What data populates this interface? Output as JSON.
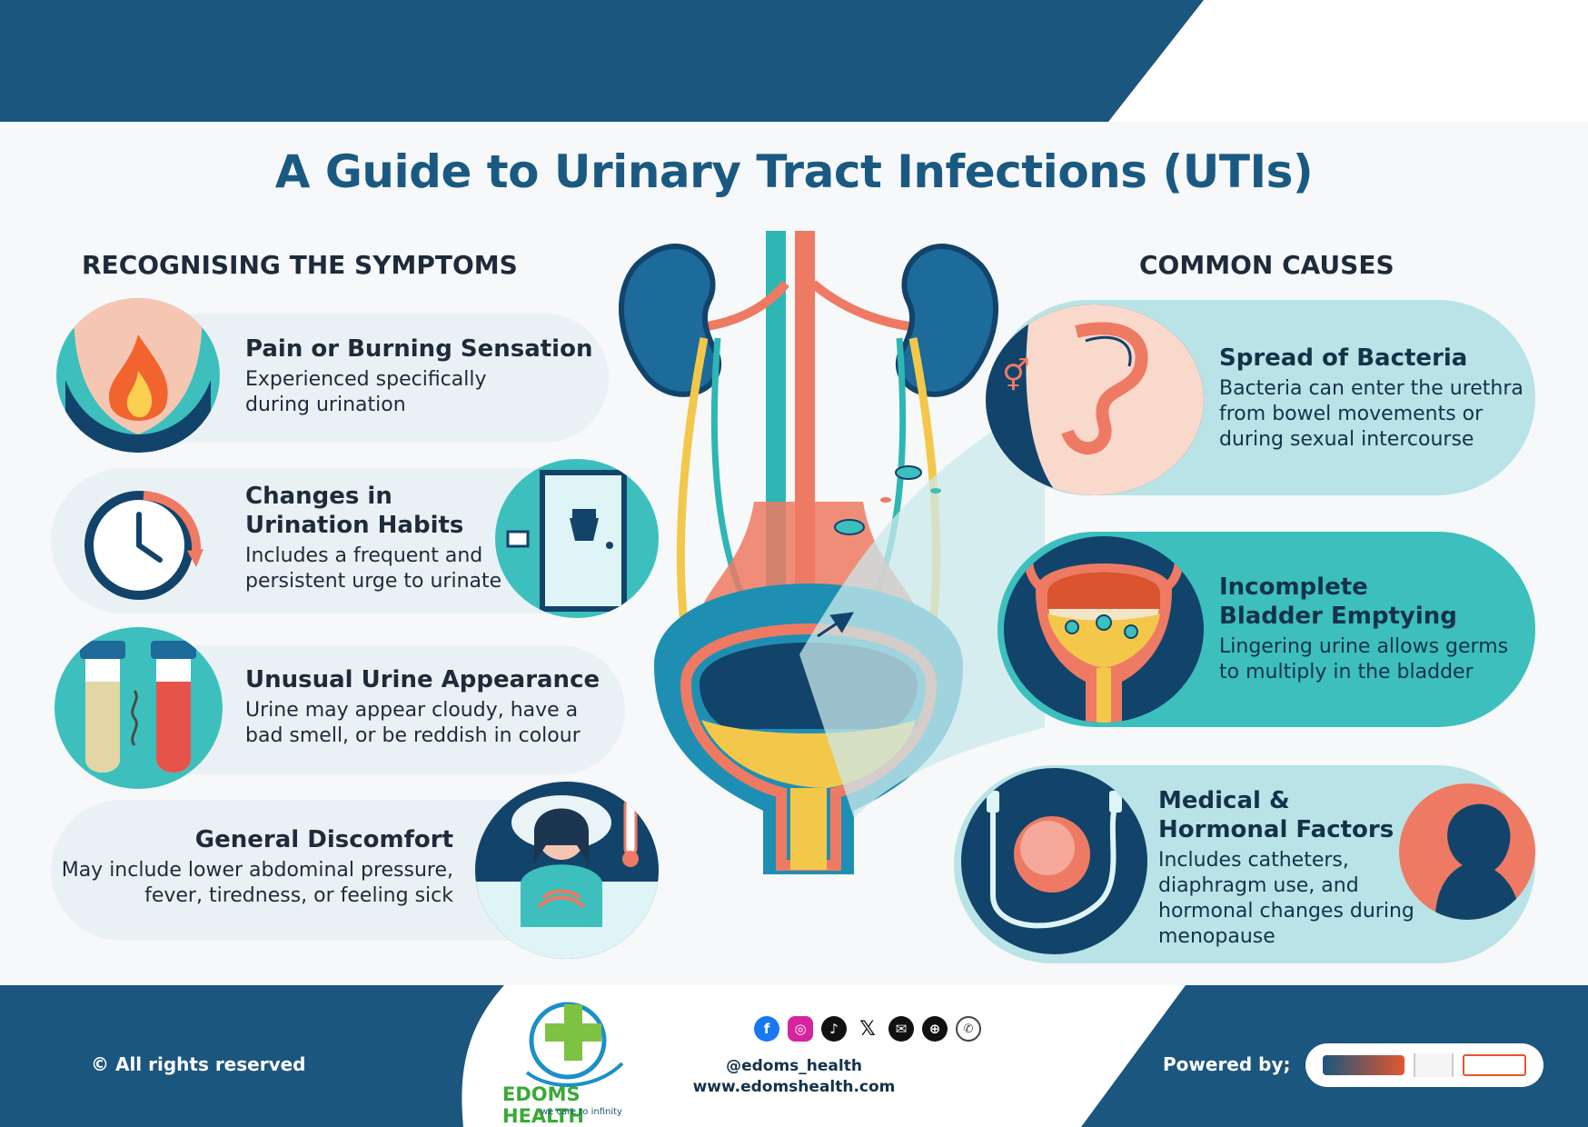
{
  "title": "A Guide to Urinary Tract Infections (UTIs)",
  "symptoms": {
    "heading": "RECOGNISING THE SYMPTOMS",
    "items": [
      {
        "title": "Pain or Burning Sensation",
        "desc_lines": [
          "Experienced specifically",
          "during urination"
        ],
        "icon": "burning-pelvis-icon"
      },
      {
        "title_lines": [
          "Changes in",
          "Urination Habits"
        ],
        "desc_lines": [
          "Includes a frequent and",
          "persistent urge to urinate"
        ],
        "icons": [
          "clock-icon",
          "toilet-door-icon"
        ]
      },
      {
        "title": "Unusual Urine Appearance",
        "desc_lines": [
          "Urine may appear cloudy, have a",
          "bad smell, or be reddish in colour"
        ],
        "icon": "urine-test-tubes-icon"
      },
      {
        "title": "General Discomfort",
        "desc_lines": [
          "May include lower abdominal pressure,",
          "fever, tiredness, or feeling sick"
        ],
        "icon": "sick-person-thermometer-icon"
      }
    ]
  },
  "causes": {
    "heading": "COMMON CAUSES",
    "items": [
      {
        "title": "Spread of Bacteria",
        "desc_lines": [
          "Bacteria can enter the urethra",
          "from bowel movements or",
          "during sexual intercourse"
        ],
        "icon": "bowel-anatomy-icon"
      },
      {
        "title_lines": [
          "Incomplete",
          "Bladder Emptying"
        ],
        "desc_lines": [
          "Lingering urine allows germs",
          "to multiply in the bladder"
        ],
        "icon": "bladder-germs-icon"
      },
      {
        "title_lines": [
          "Medical &",
          "Hormonal Factors"
        ],
        "desc_lines": [
          "Includes catheters,",
          "diaphragm use, and",
          "hormonal changes during",
          "menopause"
        ],
        "icons": [
          "catheter-diaphragm-icon",
          "woman-profile-icon"
        ]
      }
    ]
  },
  "footer": {
    "rights": "© All rights reserved",
    "brand": "EDOMS HEALTH",
    "tagline": "we care to infinity",
    "handle": "@edoms_health",
    "website": "www.edomshealth.com",
    "powered_by": "Powered by;",
    "social_icons": [
      "facebook-icon",
      "instagram-icon",
      "tiktok-icon",
      "x-icon",
      "email-icon",
      "web-icon",
      "whatsapp-icon"
    ]
  },
  "colors": {
    "navy": "#1b567e",
    "teal": "#3cbfbd",
    "light_teal": "#b9e3e6",
    "coral": "#ee7a63",
    "yellow": "#f3c84a",
    "dark_blue": "#12436b"
  }
}
